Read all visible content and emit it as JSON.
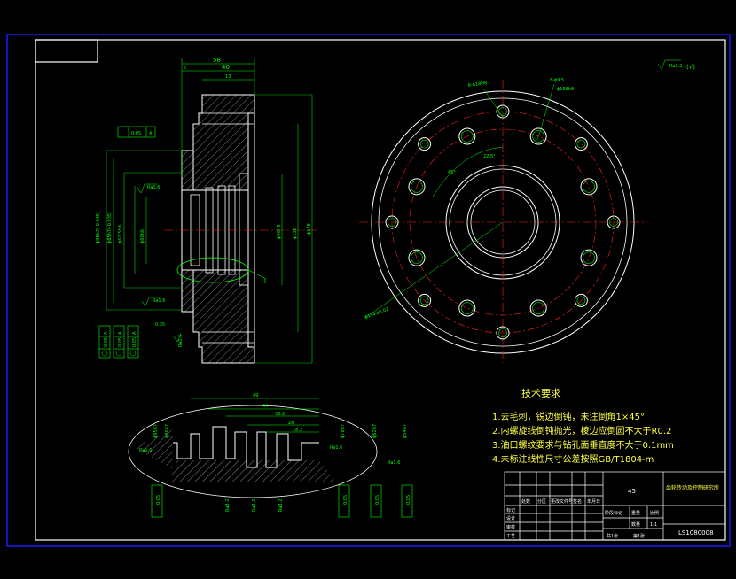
{
  "colors": {
    "background": "#000000",
    "frame_outer": "#1a1aff",
    "frame_inner": "#ffffff",
    "geometry": "#ffffff",
    "dimension": "#00ff00",
    "centerline": "#ff2020",
    "text": "#ffffff",
    "tech_text": "#ffff40"
  },
  "section_view": {
    "dims": [
      "5",
      "58",
      "40",
      "13"
    ],
    "diameters": [
      "ϕ95h7(-0.035)",
      "ϕ85h7(-0.035)",
      "ϕ62.5H6",
      "ϕ60h6",
      "ϕ90H9",
      "ϕ136",
      "ϕ178"
    ],
    "roughness": [
      "Ra1.6",
      "Ra1.6",
      "Ra1.6"
    ],
    "tolerance_top": [
      "0.05",
      "A"
    ],
    "tolerance_left": [
      [
        "0.05",
        "A"
      ],
      [
        "0.05",
        "A"
      ],
      [
        "0.05",
        "A"
      ]
    ],
    "callouts": [
      "0.35",
      "I"
    ],
    "datum": "A"
  },
  "face_view": {
    "labels": [
      "8-ϕ18H8",
      "8-ϕ9.5",
      "ϕ158h8",
      "45°",
      "22.5°",
      "ϕ154±0.02"
    ],
    "roughness_corner": "Ra3.2"
  },
  "detail_view": {
    "dims": [
      "49",
      "44",
      "38.2",
      "28",
      "18.2"
    ],
    "diameters": [
      "ϕ95h7",
      "ϕ86h7",
      "ϕ78h7",
      "ϕ62h7",
      "ϕ54h7"
    ],
    "roughness": [
      "Ra1.6",
      "Ra1.6",
      "Ra1.6",
      "Ra3.2",
      "Ra3.2",
      "Ra3.2"
    ],
    "tolerances": [
      "0.05",
      "0.05",
      "0.05",
      "0.05"
    ]
  },
  "tech_requirements": {
    "title": "技术要求",
    "items": [
      "1.去毛刺，锐边倒钝，未注倒角1×45°",
      "2.内螺旋线倒钝抛光，棱边应倒圆不大于R0.2",
      "3.油口螺纹要求与钻孔面垂直度不大于0.1mm",
      "4.未标注线性尺寸公差按照GB/T1804-m"
    ]
  },
  "title_block": {
    "material": "45",
    "title_lines": [
      "齿轮传动及控制研究所"
    ],
    "drawing_no": "LS1080008",
    "scale_label": "比例",
    "scale_value": "1:1",
    "weight_label": "重量",
    "qty_label": "数量",
    "stage_label": "阶段标记",
    "sheet_total": "共1张",
    "sheet_no": "第1张",
    "left_rows": [
      "标记",
      "设计",
      "审核",
      "工艺"
    ],
    "left_headers": [
      "处数",
      "分区",
      "更改文件号",
      "签名",
      "年月日"
    ]
  }
}
